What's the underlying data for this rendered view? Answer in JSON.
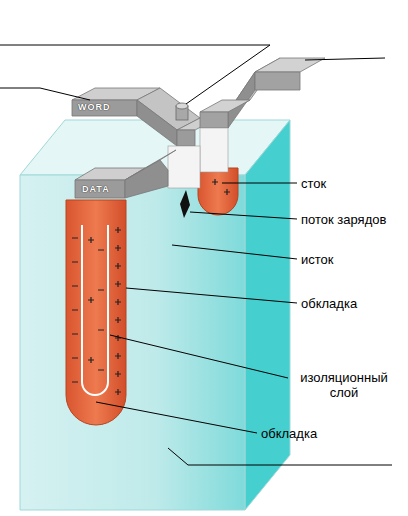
{
  "diagram": {
    "labels": [
      "WORD",
      "DATA",
      "сток",
      "поток зарядов",
      "исток",
      "обкладка",
      "изоляционный слой",
      "обкладка"
    ]
  }
}
